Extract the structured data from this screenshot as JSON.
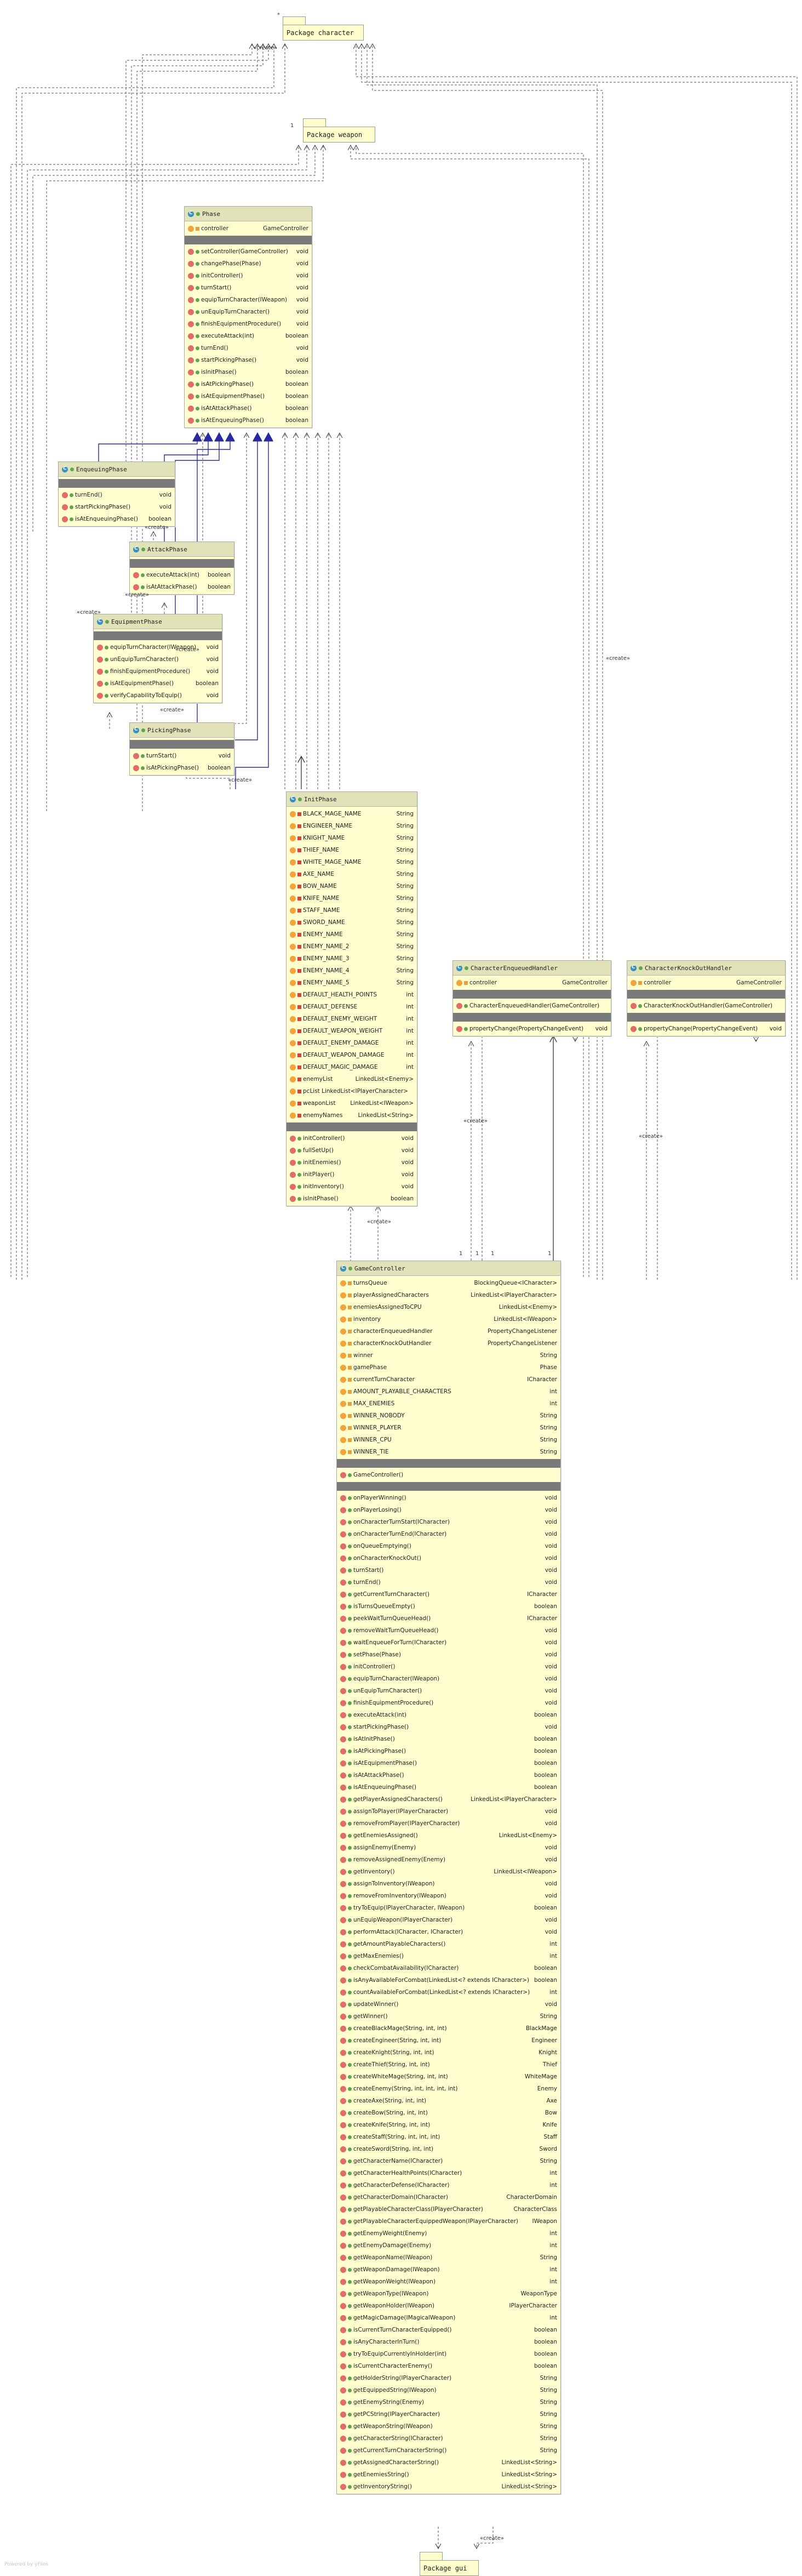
{
  "packages": {
    "character": "Package character",
    "weapon": "Package weapon",
    "gui": "Package gui"
  },
  "stereotype": "«create»",
  "multiplicity": {
    "one": "1",
    "star": "*"
  },
  "brand": "Powered by yFiles",
  "classes": {
    "phase": {
      "name": "Phase",
      "fields": [
        {
          "n": "controller",
          "t": "GameController",
          "v": "pro"
        }
      ],
      "constructors": [],
      "methods": [
        {
          "n": "setController(GameController)",
          "t": "void"
        },
        {
          "n": "changePhase(Phase)",
          "t": "void"
        },
        {
          "n": "initController()",
          "t": "void"
        },
        {
          "n": "turnStart()",
          "t": "void"
        },
        {
          "n": "equipTurnCharacter(IWeapon)",
          "t": "void"
        },
        {
          "n": "unEquipTurnCharacter()",
          "t": "void"
        },
        {
          "n": "finishEquipmentProcedure()",
          "t": "void"
        },
        {
          "n": "executeAttack(int)",
          "t": "boolean"
        },
        {
          "n": "turnEnd()",
          "t": "void"
        },
        {
          "n": "startPickingPhase()",
          "t": "void"
        },
        {
          "n": "isInitPhase()",
          "t": "boolean"
        },
        {
          "n": "isAtPickingPhase()",
          "t": "boolean"
        },
        {
          "n": "isAtEquipmentPhase()",
          "t": "boolean"
        },
        {
          "n": "isAtAttackPhase()",
          "t": "boolean"
        },
        {
          "n": "isAtEnqueuingPhase()",
          "t": "boolean"
        }
      ]
    },
    "enqueuing": {
      "name": "EnqueuingPhase",
      "fields": [],
      "constructors": [],
      "methods": [
        {
          "n": "turnEnd()",
          "t": "void"
        },
        {
          "n": "startPickingPhase()",
          "t": "void"
        },
        {
          "n": "isAtEnqueuingPhase()",
          "t": "boolean"
        }
      ]
    },
    "attack": {
      "name": "AttackPhase",
      "fields": [],
      "constructors": [],
      "methods": [
        {
          "n": "executeAttack(int)",
          "t": "boolean"
        },
        {
          "n": "isAtAttackPhase()",
          "t": "boolean"
        }
      ]
    },
    "equipment": {
      "name": "EquipmentPhase",
      "fields": [],
      "constructors": [],
      "methods": [
        {
          "n": "equipTurnCharacter(IWeapon)",
          "t": "void"
        },
        {
          "n": "unEquipTurnCharacter()",
          "t": "void"
        },
        {
          "n": "finishEquipmentProcedure()",
          "t": "void"
        },
        {
          "n": "isAtEquipmentPhase()",
          "t": "boolean"
        },
        {
          "n": "verifyCapabilityToEquip()",
          "t": "void"
        }
      ]
    },
    "picking": {
      "name": "PickingPhase",
      "fields": [],
      "constructors": [],
      "methods": [
        {
          "n": "turnStart()",
          "t": "void"
        },
        {
          "n": "isAtPickingPhase()",
          "t": "boolean"
        }
      ]
    },
    "init": {
      "name": "InitPhase",
      "fields": [
        {
          "n": "BLACK_MAGE_NAME",
          "t": "String",
          "v": "pri"
        },
        {
          "n": "ENGINEER_NAME",
          "t": "String",
          "v": "pri"
        },
        {
          "n": "KNIGHT_NAME",
          "t": "String",
          "v": "pri"
        },
        {
          "n": "THIEF_NAME",
          "t": "String",
          "v": "pri"
        },
        {
          "n": "WHITE_MAGE_NAME",
          "t": "String",
          "v": "pri"
        },
        {
          "n": "AXE_NAME",
          "t": "String",
          "v": "pri"
        },
        {
          "n": "BOW_NAME",
          "t": "String",
          "v": "pri"
        },
        {
          "n": "KNIFE_NAME",
          "t": "String",
          "v": "pri"
        },
        {
          "n": "STAFF_NAME",
          "t": "String",
          "v": "pri"
        },
        {
          "n": "SWORD_NAME",
          "t": "String",
          "v": "pri"
        },
        {
          "n": "ENEMY_NAME",
          "t": "String",
          "v": "pri"
        },
        {
          "n": "ENEMY_NAME_2",
          "t": "String",
          "v": "pri"
        },
        {
          "n": "ENEMY_NAME_3",
          "t": "String",
          "v": "pri"
        },
        {
          "n": "ENEMY_NAME_4",
          "t": "String",
          "v": "pri"
        },
        {
          "n": "ENEMY_NAME_5",
          "t": "String",
          "v": "pri"
        },
        {
          "n": "DEFAULT_HEALTH_POINTS",
          "t": "int",
          "v": "pri"
        },
        {
          "n": "DEFAULT_DEFENSE",
          "t": "int",
          "v": "pri"
        },
        {
          "n": "DEFAULT_ENEMY_WEIGHT",
          "t": "int",
          "v": "pri"
        },
        {
          "n": "DEFAULT_WEAPON_WEIGHT",
          "t": "int",
          "v": "pri"
        },
        {
          "n": "DEFAULT_ENEMY_DAMAGE",
          "t": "int",
          "v": "pri"
        },
        {
          "n": "DEFAULT_WEAPON_DAMAGE",
          "t": "int",
          "v": "pri"
        },
        {
          "n": "DEFAULT_MAGIC_DAMAGE",
          "t": "int",
          "v": "pri"
        },
        {
          "n": "enemyList",
          "t": "LinkedList<Enemy>",
          "v": "pri"
        },
        {
          "n": "pcList  LinkedList<IPlayerCharacter>",
          "t": "",
          "v": "pri"
        },
        {
          "n": "weaponList",
          "t": "LinkedList<IWeapon>",
          "v": "pri"
        },
        {
          "n": "enemyNames",
          "t": "LinkedList<String>",
          "v": "pri"
        }
      ],
      "constructors": [],
      "methods": [
        {
          "n": "initController()",
          "t": "void"
        },
        {
          "n": "fullSetUp()",
          "t": "void"
        },
        {
          "n": "initEnemies()",
          "t": "void"
        },
        {
          "n": "initPlayer()",
          "t": "void"
        },
        {
          "n": "initInventory()",
          "t": "void"
        },
        {
          "n": "isInitPhase()",
          "t": "boolean"
        }
      ]
    },
    "enqueuedHandler": {
      "name": "CharacterEnqueuedHandler",
      "fields": [
        {
          "n": "controller",
          "t": "GameController",
          "v": "pro"
        }
      ],
      "constructors": [
        {
          "n": "CharacterEnqueuedHandler(GameController)",
          "t": ""
        }
      ],
      "methods": [
        {
          "n": "propertyChange(PropertyChangeEvent)",
          "t": "void"
        }
      ]
    },
    "knockOutHandler": {
      "name": "CharacterKnockOutHandler",
      "fields": [
        {
          "n": "controller",
          "t": "GameController",
          "v": "pro"
        }
      ],
      "constructors": [
        {
          "n": "CharacterKnockOutHandler(GameController)",
          "t": ""
        }
      ],
      "methods": [
        {
          "n": "propertyChange(PropertyChangeEvent)",
          "t": "void"
        }
      ]
    },
    "controller": {
      "name": "GameController",
      "fields": [
        {
          "n": "turnsQueue",
          "t": "BlockingQueue<ICharacter>",
          "v": "pro"
        },
        {
          "n": "playerAssignedCharacters",
          "t": "LinkedList<IPlayerCharacter>",
          "v": "pro"
        },
        {
          "n": "enemiesAssignedToCPU",
          "t": "LinkedList<Enemy>",
          "v": "pro"
        },
        {
          "n": "inventory",
          "t": "LinkedList<IWeapon>",
          "v": "pro"
        },
        {
          "n": "characterEnqueuedHandler",
          "t": "PropertyChangeListener",
          "v": "pro"
        },
        {
          "n": "characterKnockOutHandler",
          "t": "PropertyChangeListener",
          "v": "pro"
        },
        {
          "n": "winner",
          "t": "String",
          "v": "pro"
        },
        {
          "n": "gamePhase",
          "t": "Phase",
          "v": "pro"
        },
        {
          "n": "currentTurnCharacter",
          "t": "ICharacter",
          "v": "pro"
        },
        {
          "n": "AMOUNT_PLAYABLE_CHARACTERS",
          "t": "int",
          "v": "pro"
        },
        {
          "n": "MAX_ENEMIES",
          "t": "int",
          "v": "pro"
        },
        {
          "n": "WINNER_NOBODY",
          "t": "String",
          "v": "pro"
        },
        {
          "n": "WINNER_PLAYER",
          "t": "String",
          "v": "pro"
        },
        {
          "n": "WINNER_CPU",
          "t": "String",
          "v": "pro"
        },
        {
          "n": "WINNER_TIE",
          "t": "String",
          "v": "pro"
        }
      ],
      "constructors": [
        {
          "n": "GameController()",
          "t": ""
        }
      ],
      "methods": [
        {
          "n": "onPlayerWinning()",
          "t": "void"
        },
        {
          "n": "onPlayerLosing()",
          "t": "void"
        },
        {
          "n": "onCharacterTurnStart(ICharacter)",
          "t": "void"
        },
        {
          "n": "onCharacterTurnEnd(ICharacter)",
          "t": "void"
        },
        {
          "n": "onQueueEmptying()",
          "t": "void"
        },
        {
          "n": "onCharacterKnockOut()",
          "t": "void"
        },
        {
          "n": "turnStart()",
          "t": "void"
        },
        {
          "n": "turnEnd()",
          "t": "void"
        },
        {
          "n": "getCurrentTurnCharacter()",
          "t": "ICharacter"
        },
        {
          "n": "isTurnsQueueEmpty()",
          "t": "boolean"
        },
        {
          "n": "peekWaitTurnQueueHead()",
          "t": "ICharacter"
        },
        {
          "n": "removeWaitTurnQueueHead()",
          "t": "void"
        },
        {
          "n": "waitEnqueueForTurn(ICharacter)",
          "t": "void"
        },
        {
          "n": "setPhase(Phase)",
          "t": "void"
        },
        {
          "n": "initController()",
          "t": "void"
        },
        {
          "n": "equipTurnCharacter(IWeapon)",
          "t": "void"
        },
        {
          "n": "unEquipTurnCharacter()",
          "t": "void"
        },
        {
          "n": "finishEquipmentProcedure()",
          "t": "void"
        },
        {
          "n": "executeAttack(int)",
          "t": "boolean"
        },
        {
          "n": "startPickingPhase()",
          "t": "void"
        },
        {
          "n": "isAtInitPhase()",
          "t": "boolean"
        },
        {
          "n": "isAtPickingPhase()",
          "t": "boolean"
        },
        {
          "n": "isAtEquipmentPhase()",
          "t": "boolean"
        },
        {
          "n": "isAtAttackPhase()",
          "t": "boolean"
        },
        {
          "n": "isAtEnqueuingPhase()",
          "t": "boolean"
        },
        {
          "n": "getPlayerAssignedCharacters()",
          "t": "LinkedList<IPlayerCharacter>"
        },
        {
          "n": "assignToPlayer(IPlayerCharacter)",
          "t": "void"
        },
        {
          "n": "removeFromPlayer(IPlayerCharacter)",
          "t": "void"
        },
        {
          "n": "getEnemiesAssigned()",
          "t": "LinkedList<Enemy>"
        },
        {
          "n": "assignEnemy(Enemy)",
          "t": "void"
        },
        {
          "n": "removeAssignedEnemy(Enemy)",
          "t": "void"
        },
        {
          "n": "getInventory()",
          "t": "LinkedList<IWeapon>"
        },
        {
          "n": "assignToInventory(IWeapon)",
          "t": "void"
        },
        {
          "n": "removeFromInventory(IWeapon)",
          "t": "void"
        },
        {
          "n": "tryToEquip(IPlayerCharacter, IWeapon)",
          "t": "boolean"
        },
        {
          "n": "unEquipWeapon(IPlayerCharacter)",
          "t": "void"
        },
        {
          "n": "performAttack(ICharacter, ICharacter)",
          "t": "void"
        },
        {
          "n": "getAmountPlayableCharacters()",
          "t": "int"
        },
        {
          "n": "getMaxEnemies()",
          "t": "int"
        },
        {
          "n": "checkCombatAvailability(ICharacter)",
          "t": "boolean"
        },
        {
          "n": "isAnyAvailableForCombat(LinkedList<? extends ICharacter>)",
          "t": "boolean"
        },
        {
          "n": "countAvailableForCombat(LinkedList<? extends ICharacter>)",
          "t": "int"
        },
        {
          "n": "updateWinner()",
          "t": "void"
        },
        {
          "n": "getWinner()",
          "t": "String"
        },
        {
          "n": "createBlackMage(String, int, int)",
          "t": "BlackMage"
        },
        {
          "n": "createEngineer(String, int, int)",
          "t": "Engineer"
        },
        {
          "n": "createKnight(String, int, int)",
          "t": "Knight"
        },
        {
          "n": "createThief(String, int, int)",
          "t": "Thief"
        },
        {
          "n": "createWhiteMage(String, int, int)",
          "t": "WhiteMage"
        },
        {
          "n": "createEnemy(String, int, int, int, int)",
          "t": "Enemy"
        },
        {
          "n": "createAxe(String, int, int)",
          "t": "Axe"
        },
        {
          "n": "createBow(String, int, int)",
          "t": "Bow"
        },
        {
          "n": "createKnife(String, int, int)",
          "t": "Knife"
        },
        {
          "n": "createStaff(String, int, int, int)",
          "t": "Staff"
        },
        {
          "n": "createSword(String, int, int)",
          "t": "Sword"
        },
        {
          "n": "getCharacterName(ICharacter)",
          "t": "String"
        },
        {
          "n": "getCharacterHealthPoints(ICharacter)",
          "t": "int"
        },
        {
          "n": "getCharacterDefense(ICharacter)",
          "t": "int"
        },
        {
          "n": "getCharacterDomain(ICharacter)",
          "t": "CharacterDomain"
        },
        {
          "n": "getPlayableCharacterClass(IPlayerCharacter)",
          "t": "CharacterClass"
        },
        {
          "n": "getPlayableCharacterEquippedWeapon(IPlayerCharacter)",
          "t": "IWeapon"
        },
        {
          "n": "getEnemyWeight(Enemy)",
          "t": "int"
        },
        {
          "n": "getEnemyDamage(Enemy)",
          "t": "int"
        },
        {
          "n": "getWeaponName(IWeapon)",
          "t": "String"
        },
        {
          "n": "getWeaponDamage(IWeapon)",
          "t": "int"
        },
        {
          "n": "getWeaponWeight(IWeapon)",
          "t": "int"
        },
        {
          "n": "getWeaponType(IWeapon)",
          "t": "WeaponType"
        },
        {
          "n": "getWeaponHolder(IWeapon)",
          "t": "IPlayerCharacter"
        },
        {
          "n": "getMagicDamage(IMagicalWeapon)",
          "t": "int"
        },
        {
          "n": "isCurrentTurnCharacterEquipped()",
          "t": "boolean"
        },
        {
          "n": "isAnyCharacterInTurn()",
          "t": "boolean"
        },
        {
          "n": "tryToEquipCurrentlyInHolder(int)",
          "t": "boolean"
        },
        {
          "n": "isCurrentCharacterEnemy()",
          "t": "boolean"
        },
        {
          "n": "getHolderString(IPlayerCharacter)",
          "t": "String"
        },
        {
          "n": "getEquippedString(IWeapon)",
          "t": "String"
        },
        {
          "n": "getEnemyString(Enemy)",
          "t": "String"
        },
        {
          "n": "getPCString(IPlayerCharacter)",
          "t": "String"
        },
        {
          "n": "getWeaponString(IWeapon)",
          "t": "String"
        },
        {
          "n": "getCharacterString(ICharacter)",
          "t": "String"
        },
        {
          "n": "getCurrentTurnCharacterString()",
          "t": "String"
        },
        {
          "n": "getAssignedCharacterString()",
          "t": "LinkedList<String>"
        },
        {
          "n": "getEnemiesString()",
          "t": "LinkedList<String>"
        },
        {
          "n": "getInventoryString()",
          "t": "LinkedList<String>"
        }
      ]
    }
  }
}
